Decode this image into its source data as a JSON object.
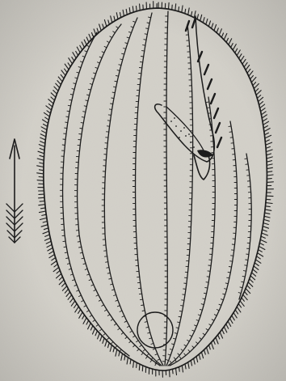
{
  "figure": {
    "subject": "ciliate-protozoan-line-drawing",
    "paper_color": "#d4d1ca",
    "ink_color": "#1c1c1c",
    "elements": [
      "direction-arrow",
      "cell-outline",
      "cilia-fringe",
      "ciliary-rows",
      "oral-groove",
      "mouth",
      "oral-membranelles",
      "contractile-vacuole"
    ]
  }
}
